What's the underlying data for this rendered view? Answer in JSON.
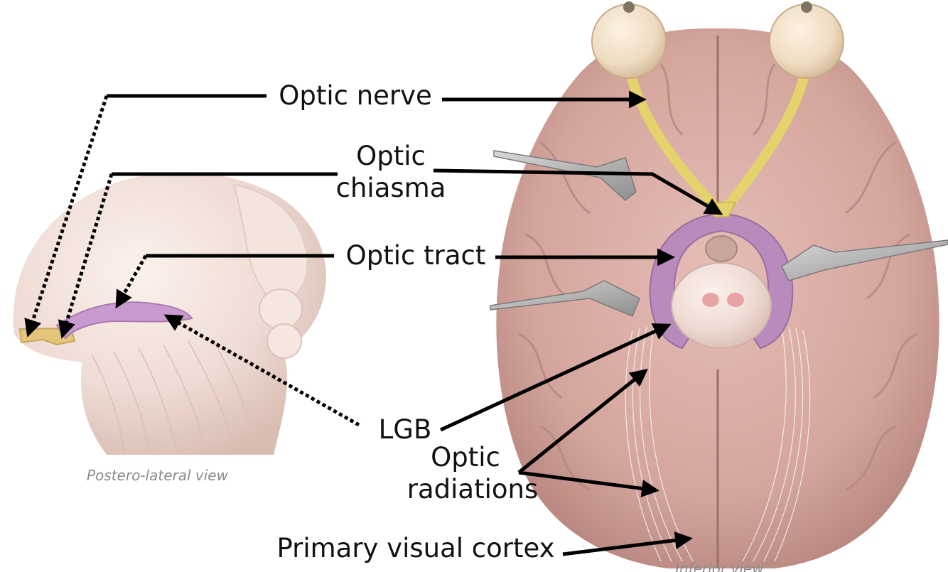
{
  "labels": {
    "optic_nerve": "Optic nerve",
    "optic_chiasma_line1": "Optic",
    "optic_chiasma_line2": "chiasma",
    "optic_tract": "Optic tract",
    "lgb": "LGB",
    "optic_radiations_line1": "Optic",
    "optic_radiations_line2": "radiations",
    "primary_visual_cortex": "Primary visual cortex"
  },
  "views": {
    "left": "Postero-lateral view",
    "right": "Inferior view"
  },
  "colors": {
    "brain_tissue": "#d9aca4",
    "brain_shadow": "#b98a83",
    "optic_nerve": "#e4d26c",
    "optic_tract": "#b98bbd",
    "eyeball": "#f1dfc6",
    "arrow": "#000000"
  }
}
